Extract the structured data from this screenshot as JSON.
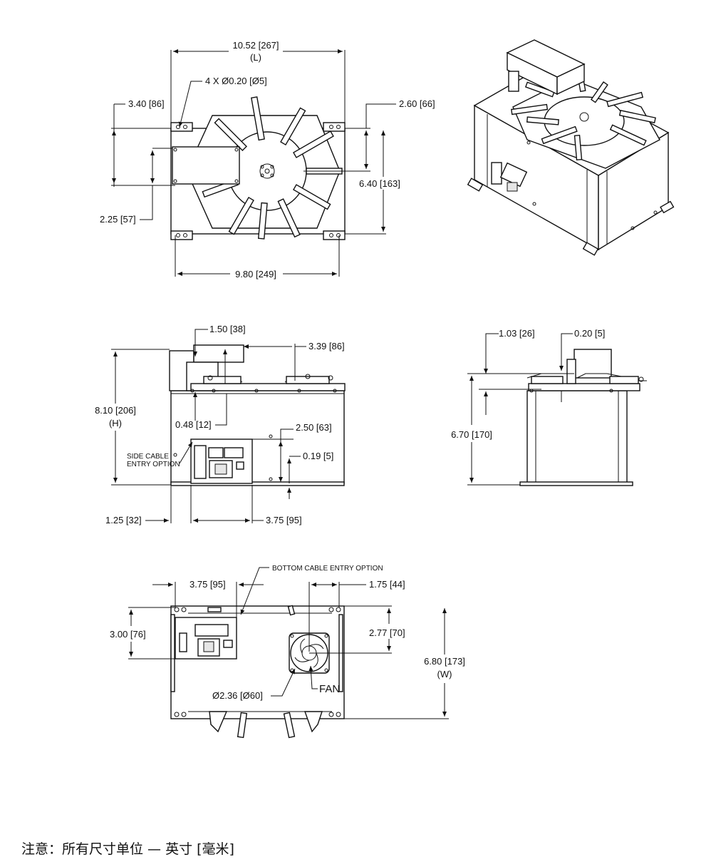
{
  "top_view": {
    "length": "10.52 [267]",
    "length_symbol": "(L)",
    "holes": "4 X Ø0.20 [Ø5]",
    "left_offset": "3.40 [86]",
    "right_offset": "2.60 [66]",
    "height": "6.40 [163]",
    "bracket_height": "2.25 [57]",
    "hole_spacing": "9.80 [249]"
  },
  "front_view": {
    "dim_a": "1.50 [38]",
    "dim_b": "3.39 [86]",
    "total_height": "8.10 [206]",
    "height_symbol": "(H)",
    "dim_c": "0.48 [12]",
    "dim_d": "2.50 [63]",
    "dim_e": "0.19 [5]",
    "side_cable_line1": "SIDE CABLE",
    "side_cable_line2": "ENTRY OPTION",
    "dim_f": "1.25 [32]",
    "dim_g": "3.75 [95]"
  },
  "side_view": {
    "dim_a": "1.03 [26]",
    "dim_b": "0.20 [5]",
    "dim_c": "6.70 [170]"
  },
  "bottom_view": {
    "cable_option": "BOTTOM CABLE ENTRY OPTION",
    "dim_a": "3.75 [95]",
    "dim_b": "1.75 [44]",
    "dim_c": "3.00 [76]",
    "dim_d": "2.77 [70]",
    "width": "6.80 [173]",
    "width_symbol": "(W)",
    "fan_diameter": "Ø2.36 [Ø60]",
    "fan_label": "FAN"
  },
  "note": "注意：所有尺寸单位 — 英寸 [毫米]"
}
